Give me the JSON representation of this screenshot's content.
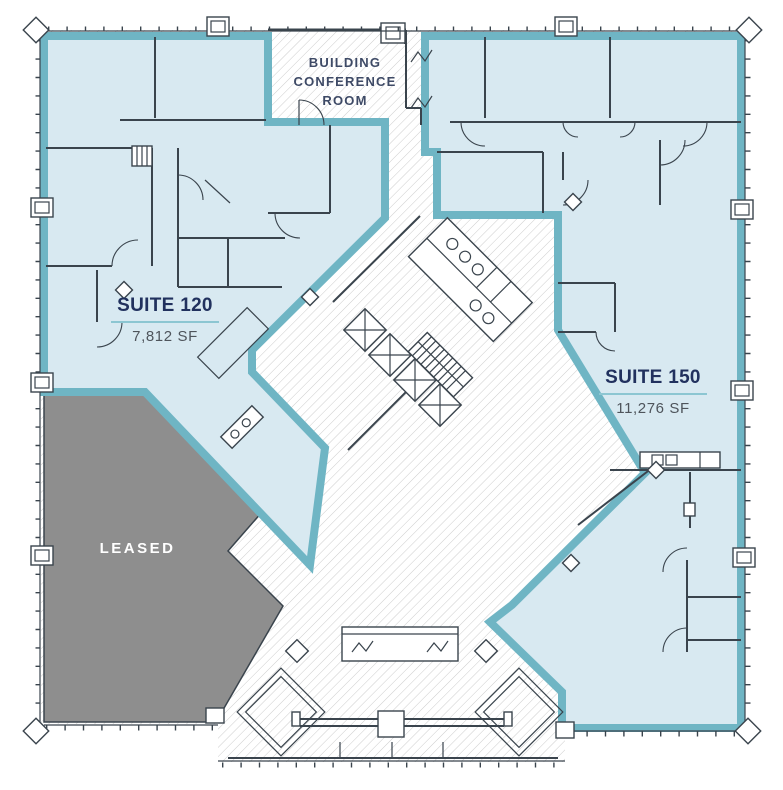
{
  "plan": {
    "conference_room": {
      "label": "BUILDING CONFERENCE ROOM"
    },
    "suites": [
      {
        "name": "SUITE 120",
        "area": "7,812 SF"
      },
      {
        "name": "SUITE 150",
        "area": "11,276 SF"
      }
    ],
    "leased": {
      "label": "LEASED"
    },
    "colors": {
      "suite_fill": "#d8e9f1",
      "suite_border": "#6fb5c4",
      "leased_fill": "#8e8e8e",
      "wall": "#3a444d",
      "suite_name_text": "#21315e",
      "area_text": "#4e545b",
      "conference_text": "#3e4a66",
      "underline": "#8cc6d2"
    }
  }
}
